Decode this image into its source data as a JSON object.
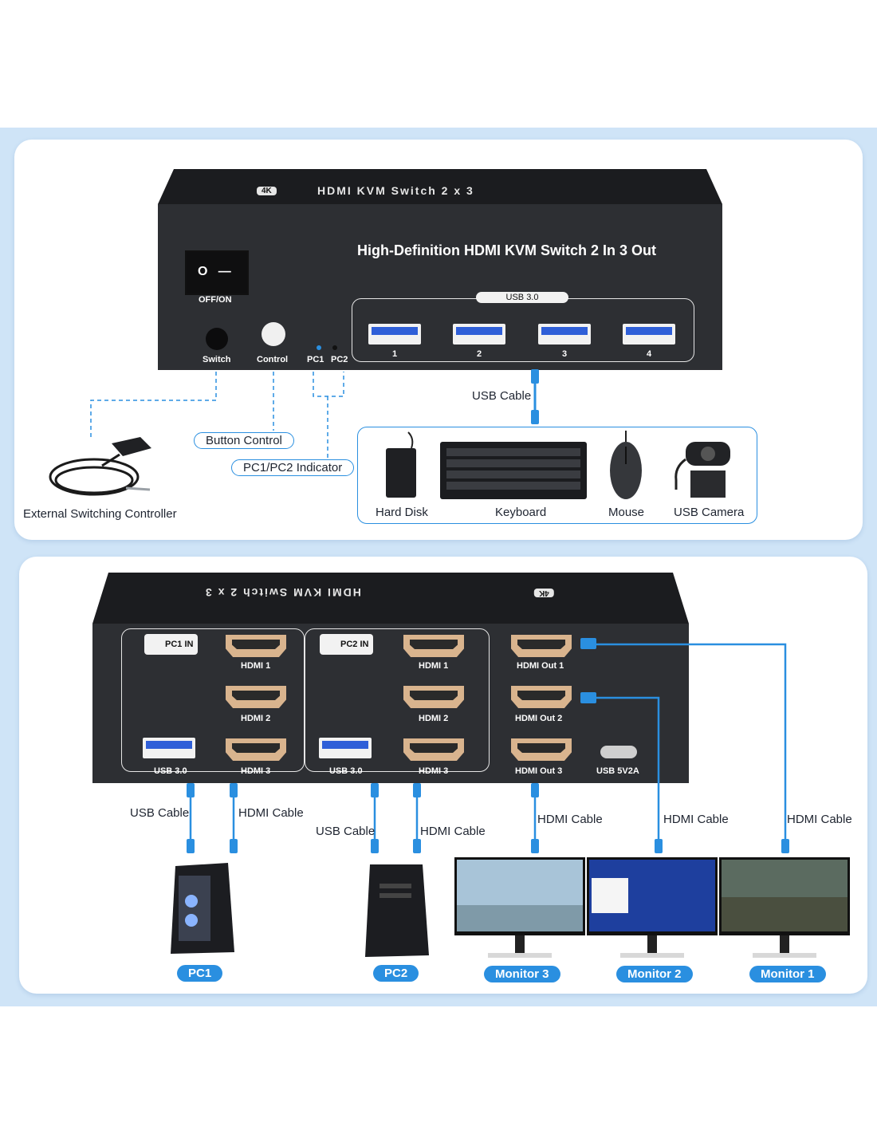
{
  "top": {
    "front_title": "High-Definition HDMI KVM Switch 2 In 3 Out",
    "top_label": "HDMI KVM Switch 2 x 3",
    "badge": "4K",
    "power_label": "OFF/ON",
    "switch_label": "Switch",
    "control_label": "Control",
    "pc1_label": "PC1",
    "pc2_label": "PC2",
    "usb_header": "USB 3.0",
    "usb_ports": [
      "1",
      "2",
      "3",
      "4"
    ],
    "usb_cable": "USB Cable",
    "button_control": "Button Control",
    "indicator": "PC1/PC2 Indicator",
    "external_controller": "External Switching Controller",
    "peripherals": [
      "Hard Disk",
      "Keyboard",
      "Mouse",
      "USB Camera"
    ]
  },
  "bottom": {
    "top_label": "HDMI KVM Switch 2 x 3",
    "badge": "4K",
    "pc1_in": "PC1 IN",
    "pc2_in": "PC2 IN",
    "hdmi1": "HDMI 1",
    "hdmi2": "HDMI 2",
    "hdmi3": "HDMI 3",
    "usb30": "USB 3.0",
    "out1": "HDMI Out 1",
    "out2": "HDMI Out 2",
    "out3": "HDMI Out 3",
    "usb5v": "USB 5V2A",
    "usb_cable": "USB Cable",
    "hdmi_cable": "HDMI Cable",
    "pc1": "PC1",
    "pc2": "PC2",
    "monitor3": "Monitor 3",
    "monitor2": "Monitor 2",
    "monitor1": "Monitor 1"
  },
  "colors": {
    "accent": "#2a8fe0",
    "band": "#cfe4f7",
    "device": "#2b2d31"
  }
}
